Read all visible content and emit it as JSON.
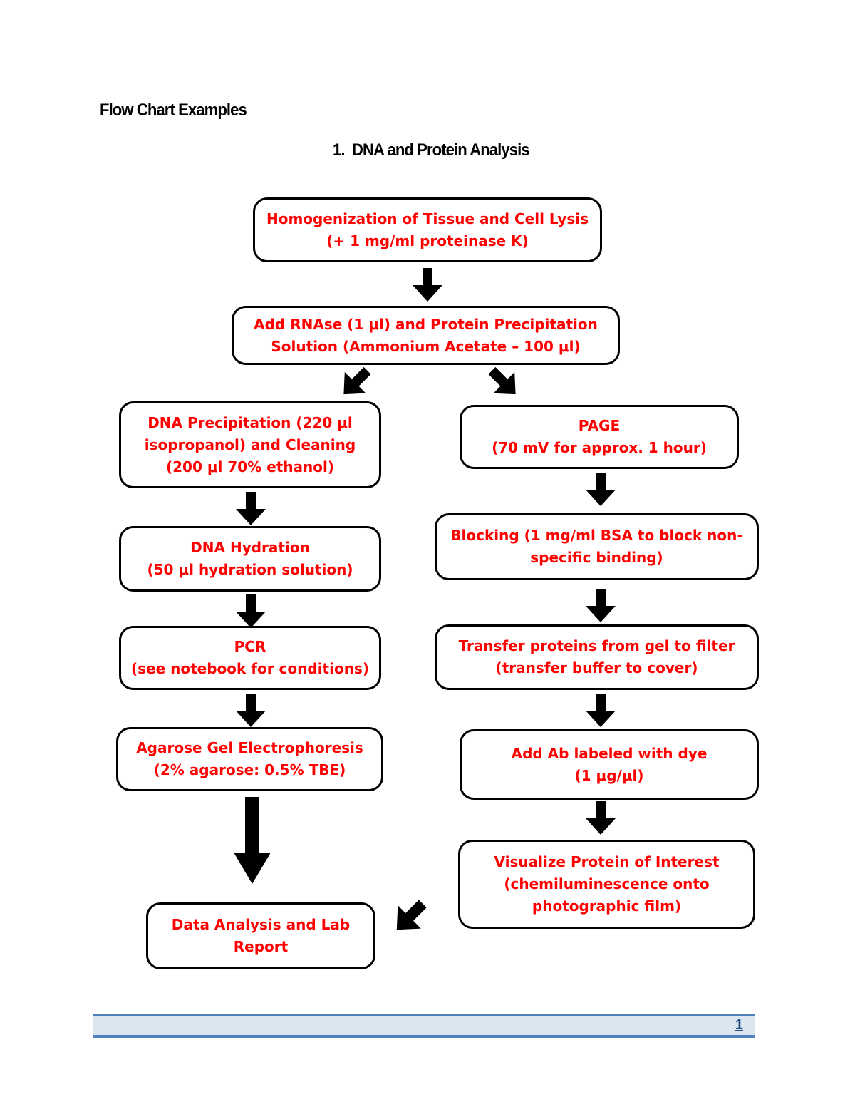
{
  "document": {
    "title": "Flow Chart Examples",
    "section_heading": "1.  DNA and Protein Analysis",
    "footer": {
      "page_number": "1"
    }
  },
  "flowchart": {
    "boxes": {
      "homogenization": {
        "lines": [
          "Homogenization of Tissue and Cell Lysis",
          "(+ 1 mg/ml proteinase K)"
        ]
      },
      "add_rnase": {
        "lines": [
          "Add RNAse (1 μl) and Protein Precipitation",
          "Solution (Ammonium Acetate – 100 μl)"
        ]
      },
      "dna_precipitation": {
        "lines": [
          "DNA Precipitation (220 μl",
          "isopropanol) and Cleaning",
          "(200 μl 70% ethanol)"
        ]
      },
      "page_electrophoresis": {
        "lines": [
          "PAGE",
          "(70 mV for approx. 1 hour)"
        ]
      },
      "dna_hydration": {
        "lines": [
          "DNA Hydration",
          "(50 μl hydration solution)"
        ]
      },
      "blocking": {
        "lines": [
          "Blocking (1 mg/ml BSA to block non-",
          "specific binding)"
        ]
      },
      "pcr": {
        "lines": [
          "PCR",
          "(see notebook for conditions)"
        ]
      },
      "transfer": {
        "lines": [
          "Transfer proteins from gel to filter",
          "(transfer buffer to cover)"
        ]
      },
      "agarose": {
        "lines": [
          "Agarose Gel Electrophoresis",
          "(2% agarose: 0.5% TBE)"
        ]
      },
      "add_ab": {
        "lines": [
          "Add Ab labeled with dye",
          "(1 μg/μl)"
        ]
      },
      "visualize": {
        "lines": [
          "Visualize Protein of Interest",
          "(chemiluminescence onto",
          "photographic film)"
        ]
      },
      "data_analysis": {
        "lines": [
          "Data Analysis and Lab",
          "Report"
        ]
      }
    },
    "arrows": [
      {
        "from": "homogenization",
        "to": "add_rnase",
        "direction": "down"
      },
      {
        "from": "add_rnase",
        "to": "dna_precipitation",
        "direction": "down-left"
      },
      {
        "from": "add_rnase",
        "to": "page_electrophoresis",
        "direction": "down-right"
      },
      {
        "from": "dna_precipitation",
        "to": "dna_hydration",
        "direction": "down"
      },
      {
        "from": "dna_hydration",
        "to": "pcr",
        "direction": "down"
      },
      {
        "from": "pcr",
        "to": "agarose",
        "direction": "down"
      },
      {
        "from": "agarose",
        "to": "data_analysis",
        "direction": "down-long"
      },
      {
        "from": "page_electrophoresis",
        "to": "blocking",
        "direction": "down"
      },
      {
        "from": "blocking",
        "to": "transfer",
        "direction": "down"
      },
      {
        "from": "transfer",
        "to": "add_ab",
        "direction": "down"
      },
      {
        "from": "add_ab",
        "to": "visualize",
        "direction": "down"
      },
      {
        "from": "visualize",
        "to": "data_analysis",
        "direction": "down-left"
      }
    ]
  },
  "colors": {
    "box_text": "#ff0000",
    "box_border": "#000000",
    "arrow": "#000000",
    "footer_fill": "#dce6f1",
    "footer_border": "#4f81bd",
    "page_number": "#1f497d"
  }
}
